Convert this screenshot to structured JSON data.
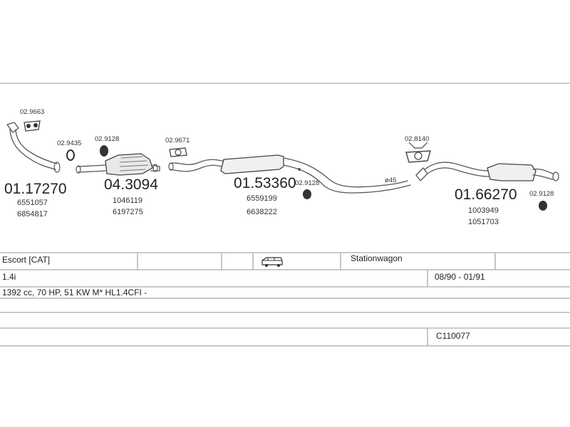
{
  "parts": {
    "downpipe": {
      "number": "01.17270",
      "refs": [
        "6551057",
        "6854817"
      ]
    },
    "downpipe_gasket": {
      "number": "02.9663"
    },
    "cat_ring": {
      "number": "02.9435"
    },
    "cat_mount": {
      "number": "02.9128"
    },
    "catalyst": {
      "number": "04.3094",
      "refs": [
        "1046119",
        "6197275"
      ]
    },
    "center_gasket": {
      "number": "02.9671"
    },
    "center_silencer": {
      "number": "01.53360",
      "refs": [
        "6559199",
        "6638222"
      ]
    },
    "center_mount": {
      "number": "02.9128"
    },
    "pipe_diameter": {
      "label": "ø45"
    },
    "rear_mount_upper": {
      "number": "02.8140"
    },
    "rear_silencer": {
      "number": "01.66270",
      "refs": [
        "1003949",
        "1051703"
      ]
    },
    "rear_mount": {
      "number": "02.9128"
    }
  },
  "vehicle": {
    "model": "Escort  [CAT]",
    "body": "Stationwagon",
    "engine": "1.4i",
    "period": "08/90 - 01/91",
    "spec": "1392 cc, 70 HP, 51 KW M* HL1.4CFI -",
    "code": "C110077"
  },
  "colors": {
    "line": "#b8b8b8",
    "ink": "#555555"
  }
}
